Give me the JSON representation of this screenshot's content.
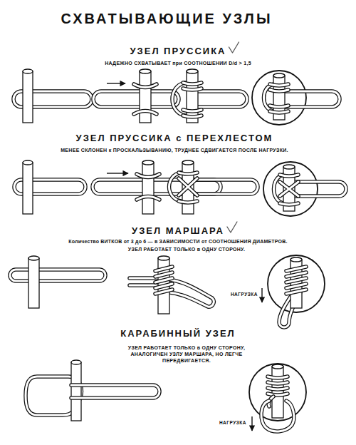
{
  "diagram": {
    "title": "СХВАТЫВАЮЩИЕ УЗЛЫ",
    "labels": [
      "УЗЕЛ ПРУССИКА",
      "НАДЕЖНО СХВАТЫВАЕТ при СООТНОШЕНИИ D/d > 1,5",
      "УЗЕЛ ПРУССИКА с ПЕРЕХЛЕСТОМ",
      "МЕНЕЕ СКЛОНЕН к ПРОСКАЛЬЗЫВАНИЮ, ТРУДНЕЕ СДВИГАЕТСЯ ПОСЛЕ НАГРУЗКИ.",
      "УЗЕЛ МАРШАРА",
      "Количество ВИТКОВ от 3 до 6 — в ЗАВИСИМОСТИ от СООТНОШЕНИЯ ДИАМЕТРОВ.",
      "УЗЕЛ РАБОТАЕТ ТОЛЬКО в ОДНУ СТОРОНУ.",
      "НАГРУЗКА",
      "КАРАБИННЫЙ УЗЕЛ",
      "УЗЕЛ РАБОТАЕТ ТОЛЬКО в ОДНУ СТОРОНУ, АНАЛОГИЧЕН УЗЛУ МАРШАРА, НО ЛЕГЧЕ ПЕРЕДВИГАЕТСЯ.",
      "НАГРУЗКА"
    ]
  }
}
